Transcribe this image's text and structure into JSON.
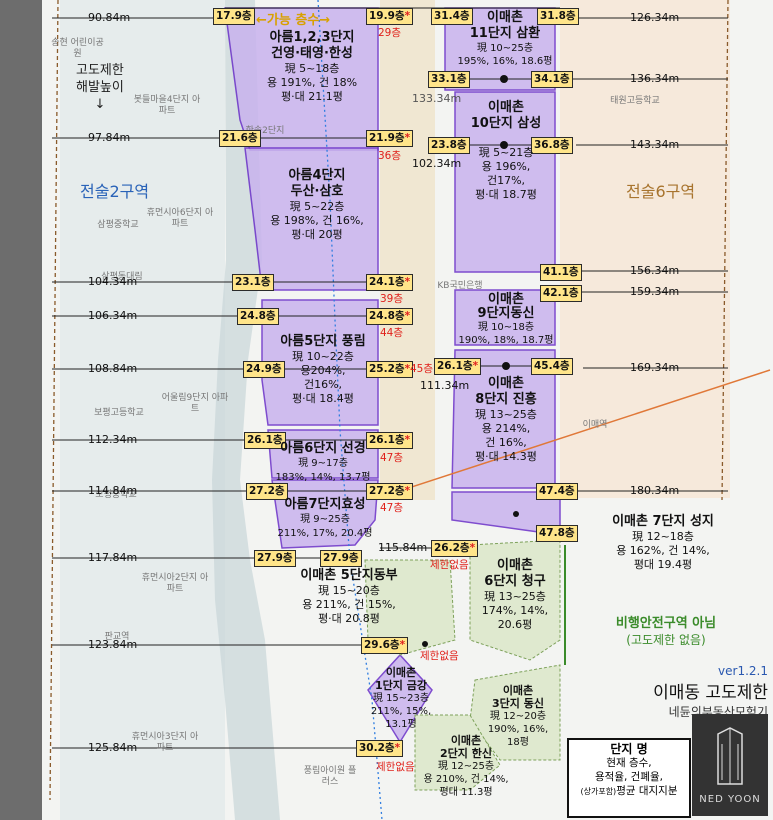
{
  "header": {
    "range_label": "←가능 층수→"
  },
  "zones": {
    "west": "전술2구역",
    "east": "전술6구역",
    "non_flight": "비행안전구역 아님",
    "non_flight_sub": "(고도제한 없음)"
  },
  "elevation_note": {
    "line1": "고도제한",
    "line2": "해발높이",
    "arrow": "↓"
  },
  "elevations_left": [
    "90.84m",
    "97.84m",
    "104.34m",
    "106.34m",
    "108.84m",
    "112.34m",
    "114.84m",
    "117.84m",
    "123.84m",
    "125.84m"
  ],
  "elevations_right": [
    "126.34m",
    "136.34m",
    "143.34m",
    "156.34m",
    "159.34m",
    "169.34m",
    "180.34m"
  ],
  "elevations_mid": [
    "133.34m",
    "102.34m",
    "111.34m",
    "115.84m"
  ],
  "complexes": [
    {
      "title": "아름1,2,3단지",
      "subtitle": "건영·태영·한성",
      "lines": [
        "現 5~18층",
        "용 191%, 건 18%",
        "평·대 21.1평"
      ]
    },
    {
      "title": "아름4단지",
      "subtitle": "두산·삼호",
      "lines": [
        "現 5~22층",
        "용 198%, 건 16%,",
        "평·대 20평"
      ]
    },
    {
      "title": "아름5단지 풍림",
      "subtitle": "",
      "lines": [
        "現 10~22층",
        "용204%,",
        "건16%,",
        "평·대 18.4평"
      ]
    },
    {
      "title": "아름6단지 선경",
      "subtitle": "",
      "lines": [
        "現 9~17층",
        "183%, 14%, 13.7평"
      ]
    },
    {
      "title": "아름7단지효성",
      "subtitle": "",
      "lines": [
        "現 9~25층",
        "211%, 17%, 20.4평"
      ]
    },
    {
      "title": "이매촌 5단지동부",
      "subtitle": "",
      "lines": [
        "現 15~20층",
        "용 211%, 건 15%,",
        "평·대 20.8평"
      ]
    },
    {
      "title": "이매촌",
      "subtitle": "1단지 금강",
      "lines": [
        "現 15~23층",
        "211%, 15%,",
        "13.1평"
      ]
    },
    {
      "title": "이매촌",
      "subtitle": "11단지 삼환",
      "lines": [
        "現 10~25층",
        "195%, 16%, 18.6평"
      ]
    },
    {
      "title": "이매촌",
      "subtitle": "10단지 삼성",
      "lines": [
        "現 5~21층",
        "용 196%,",
        "건17%,",
        "평·대 18.7평"
      ]
    },
    {
      "title": "이매촌",
      "subtitle": "9단지동신",
      "lines": [
        "現 10~18층",
        "190%, 18%, 18.7평"
      ]
    },
    {
      "title": "이매촌",
      "subtitle": "8단지 진흥",
      "lines": [
        "現 13~25층",
        "용 214%,",
        "건 16%,",
        "평·대 14.3평"
      ]
    },
    {
      "title": "이매촌 7단지 성지",
      "subtitle": "",
      "lines": [
        "現 12~18층",
        "용 162%, 건 14%,",
        "평대 19.4평"
      ]
    },
    {
      "title": "이매촌",
      "subtitle": "6단지 청구",
      "lines": [
        "現 13~25층",
        "174%, 14%,",
        "20.6평"
      ]
    },
    {
      "title": "이매촌",
      "subtitle": "3단지 동신",
      "lines": [
        "現 12~20층",
        "190%, 16%,",
        "18평"
      ]
    },
    {
      "title": "이매촌",
      "subtitle": "2단지 한신",
      "lines": [
        "現 12~25층",
        "용 210%, 건 14%,",
        "평대 11.3평"
      ]
    }
  ],
  "floor_tags": [
    "17.9층",
    "19.9층*",
    "21.6층",
    "21.9층*",
    "23.1층",
    "24.1층*",
    "24.8층",
    "24.8층*",
    "24.9층",
    "25.2층*",
    "26.1층",
    "26.1층*",
    "27.2층",
    "27.2층*",
    "27.9층",
    "27.9층",
    "29.6층*",
    "30.2층*",
    "31.4층",
    "31.8층",
    "33.1층",
    "34.1층",
    "23.8층",
    "36.8층",
    "41.1층",
    "42.1층",
    "26.1층*",
    "45.4층",
    "47.4층",
    "47.8층",
    "26.2층*"
  ],
  "red_notes": [
    "29층",
    "36층",
    "39층",
    "44층",
    "45층",
    "47층",
    "47층",
    "제한없음",
    "제한없음",
    "제한없음"
  ],
  "legend": {
    "version": "ver1.2.1",
    "title": "이매동 고도제한",
    "author": "네듄의부동산모험기",
    "key_title": "단지 명",
    "key_line1": "현재 층수,",
    "key_line2": "용적율, 건폐율,",
    "key_line3_small": "(상가포함)",
    "key_line3": "평균 대지지분",
    "logo_text": "NED YOON"
  },
  "map_labels": [
    "송현 어린이공원",
    "봇들마을4단지 아파트",
    "한솔2단지",
    "휴먼시아6단지 아파트",
    "삼평중학교",
    "삼평동대림",
    "KB국민은행",
    "보평고등학교",
    "어울림9단지 아파트",
    "휴먼시아2단지 아파트",
    "풍림아이원 플러스",
    "휴먼시아3단지 아파트",
    "태원고등학교",
    "이매역",
    "판교역",
    "보평중학교"
  ],
  "colors": {
    "purple": "#c9b3ee",
    "purple_edge": "#6a2fc8",
    "green": "#dfe9cf",
    "tag": "#ffe58a",
    "red": "#e0201a",
    "orange_line": "#e07838"
  }
}
